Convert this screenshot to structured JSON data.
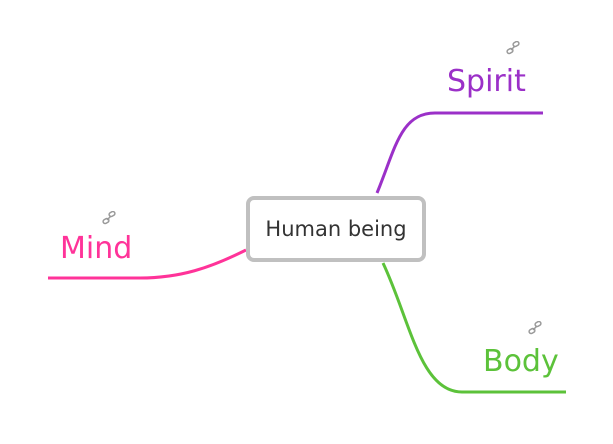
{
  "central_topic": "Human being",
  "branches": [
    {
      "label": "Spirit",
      "color": "#9b30c8",
      "icon": "link-icon"
    },
    {
      "label": "Mind",
      "color": "#ff3399",
      "icon": "link-icon"
    },
    {
      "label": "Body",
      "color": "#5cc23a",
      "icon": "link-icon"
    }
  ]
}
